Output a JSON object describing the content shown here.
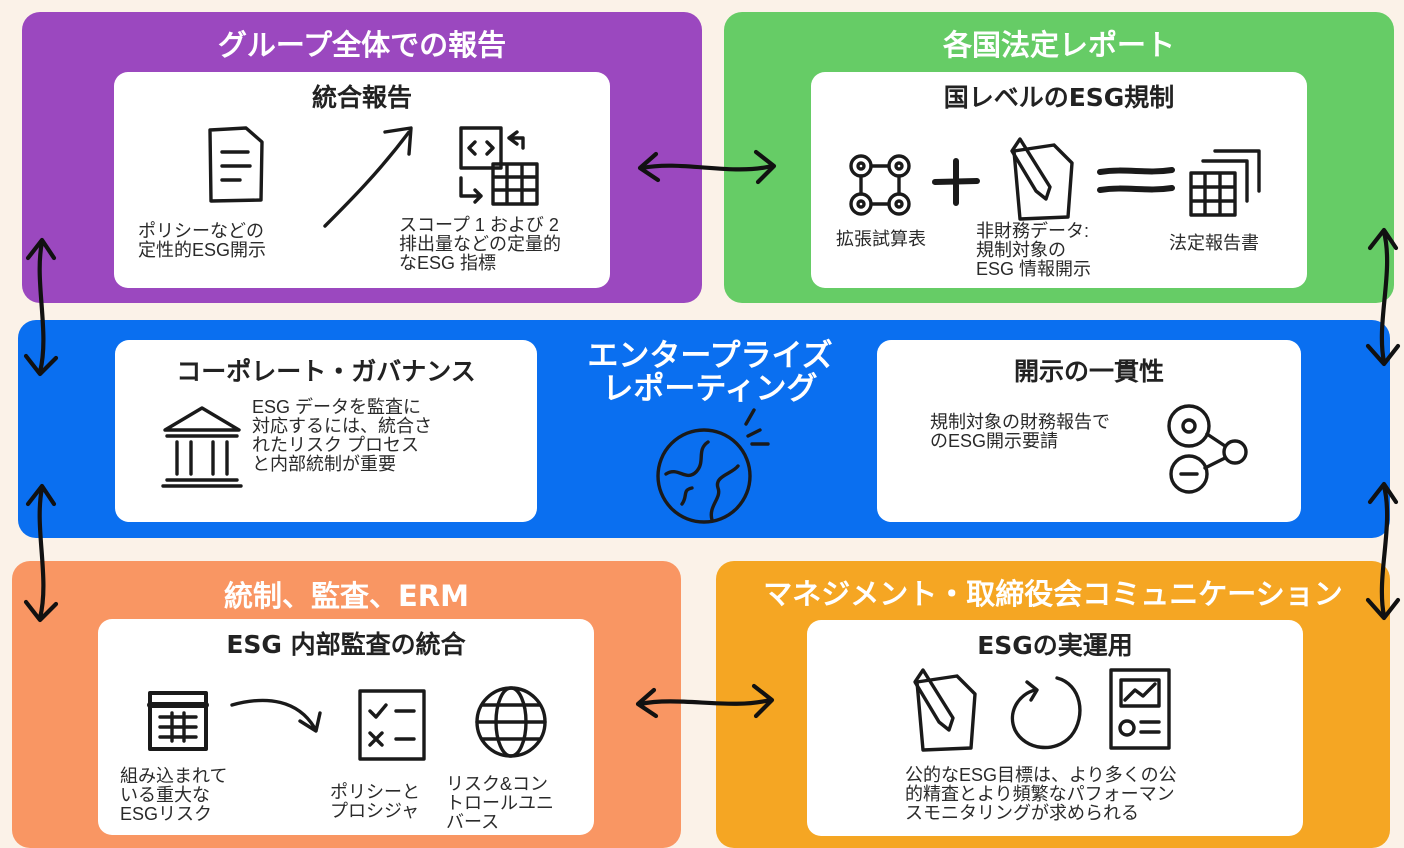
{
  "panels": {
    "group": {
      "title": "グループ全体での報告",
      "card_title": "統合報告",
      "label_policy": "ポリシーなどの\n定性的ESG開示",
      "label_scope": "スコープ 1 および 2\n排出量などの定量的\nなESG 指標",
      "color": "#9b48bf"
    },
    "statutory": {
      "title": "各国法定レポート",
      "card_title": "国レベルのESG規制",
      "label_trial": "拡張試算表",
      "label_nonfin": "非財務データ:\n規制対象の\nESG 情報開示",
      "label_report": "法定報告書",
      "color": "#66cc66"
    },
    "enterprise": {
      "title": "エンタープライズ\nレポーティング",
      "color": "#0a6ff0"
    },
    "governance": {
      "card_title": "コーポレート・ガバナンス",
      "text": "ESG データを監査に\n対応するには、統合さ\nれたリスク プロセス\nと内部統制が重要"
    },
    "consistency": {
      "card_title": "開示の一貫性",
      "text": "規制対象の財務報告で\nのESG開示要請"
    },
    "control": {
      "title": "統制、監査、ERM",
      "card_title": "ESG 内部監査の統合",
      "label_risks": "組み込まれて\nいる重大な\nESGリスク",
      "label_policy": "ポリシーと\nプロシジャ",
      "label_universe": "リスク&コン\nトロールユニ\nバース",
      "color": "#f99663"
    },
    "management": {
      "title": "マネジメント・取締役会コミュニケーション",
      "card_title": "ESGの実運用",
      "text": "公的なESG目標は、より多くの公\n的精査とより頻繁なパフォーマン\nスモニタリングが求められる",
      "color": "#f5a623"
    }
  },
  "icons": [
    "document-icon",
    "trend-arrow-icon",
    "code-table-icon",
    "network-icon",
    "plus-icon",
    "edit-document-icon",
    "equals-icon",
    "tables-icon",
    "bank-icon",
    "globe-icon",
    "share-node-icon",
    "calendar-grid-icon",
    "checklist-icon",
    "world-icon",
    "refresh-circle-icon",
    "report-chart-icon"
  ]
}
